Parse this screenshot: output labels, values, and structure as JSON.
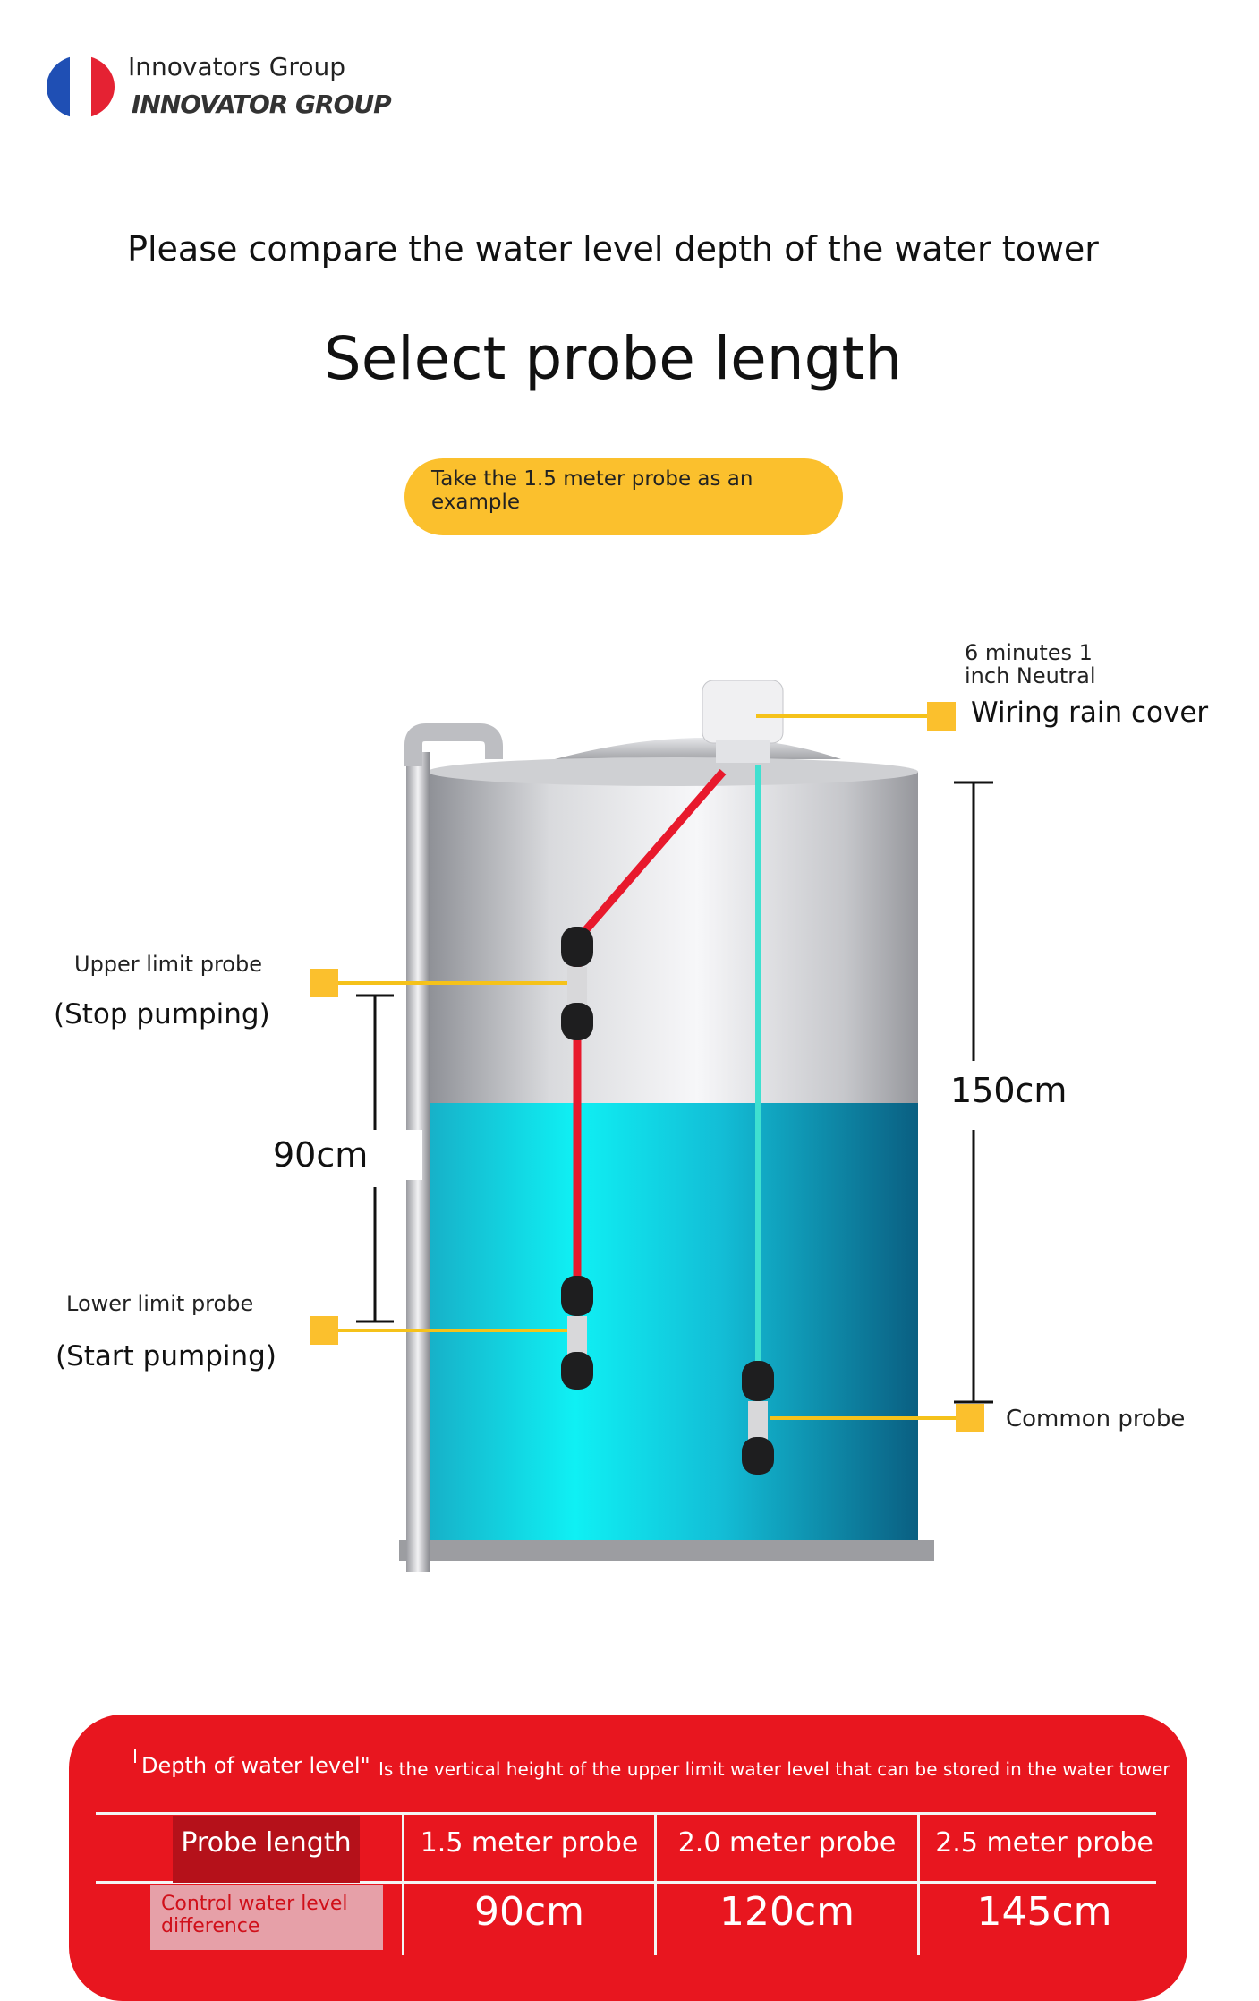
{
  "brand": {
    "name": "Innovators Group",
    "logo_text": "INNOVATOR GROUP"
  },
  "header": {
    "subtitle": "Please compare the water level depth of the water tower",
    "title": "Select probe length"
  },
  "example_badge": "Take the 1.5 meter probe as an example",
  "diagram": {
    "cover_spec": "6 minutes 1 inch Neutral",
    "cover_label": "Wiring rain cover",
    "upper_probe_label": "Upper limit probe",
    "upper_probe_action": "(Stop pumping)",
    "lower_probe_label": "Lower limit probe",
    "lower_probe_action": "(Start pumping)",
    "control_difference": "90cm",
    "tank_height": "150cm",
    "common_probe_label": "Common probe"
  },
  "colors": {
    "accent_yellow": "#fbc02d",
    "panel_red": "#e8161f",
    "probe_wire": "#e8192c",
    "common_wire": "#3fe0d0",
    "water": "#19c6dc"
  },
  "table": {
    "caption_term": "Depth of water level\"",
    "caption_definition": "Is the vertical height of the upper limit water level that can be stored in the water tower",
    "headers": [
      "Probe length",
      "1.5 meter probe",
      "2.0 meter probe",
      "2.5 meter probe"
    ],
    "row_label": "Control water level difference",
    "values": [
      "90cm",
      "120cm",
      "145cm"
    ]
  }
}
